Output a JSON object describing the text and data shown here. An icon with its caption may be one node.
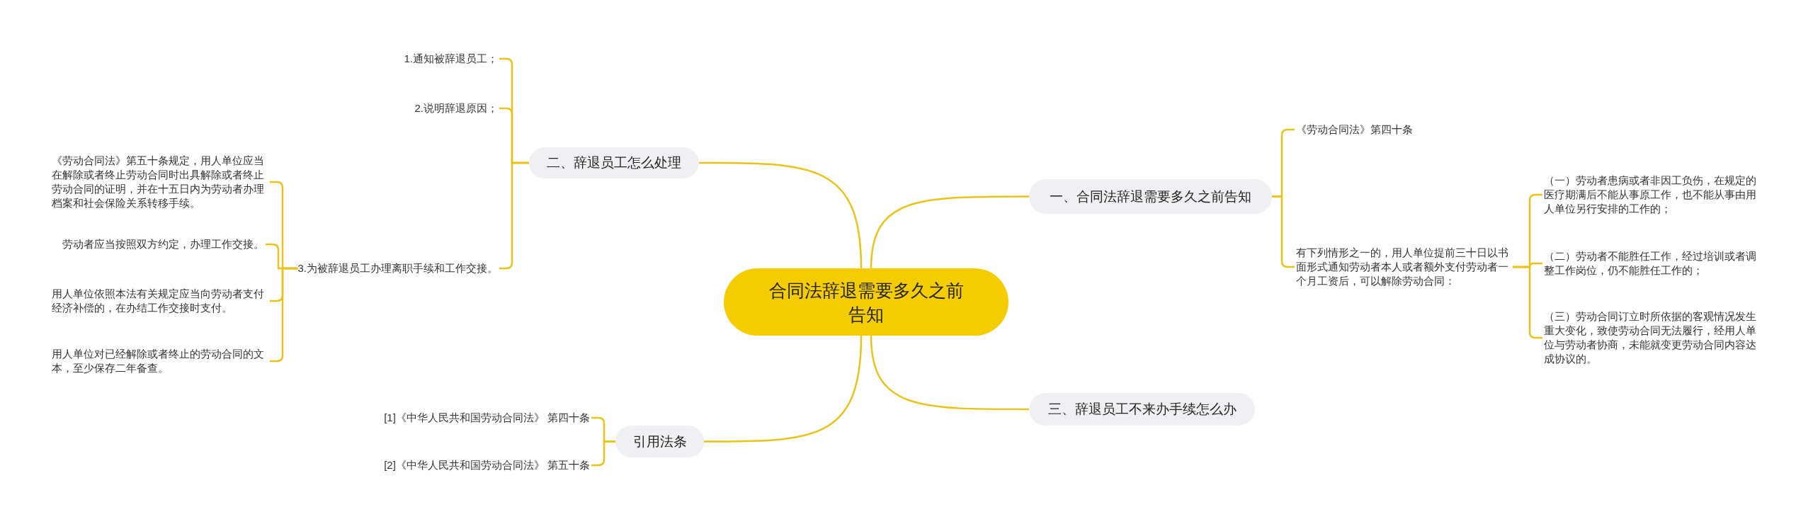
{
  "diagram": {
    "nodes": [
      {
        "text": [
          "合同法辞退需要多久之前告知"
        ]
      },
      {
        "text": [
          "一、合同法辞退需要多久之前告知"
        ]
      },
      {
        "text": [
          "《劳动合同法》第四十条"
        ]
      },
      {
        "text": [
          "有下列情形之一的，用人单位提前三十日以书面形式通知劳动者本人或者额外支付劳动者一个月工资后，可以解除劳动合同："
        ]
      },
      {
        "text": [
          "（一）劳动者患病或者非因工负伤，在规定的医疗期满后不能从事原工作，也不能从事由用人单位另行安排的工作的；"
        ]
      },
      {
        "text": [
          "（二）劳动者不能胜任工作，经过培训或者调整工作岗位，仍不能胜任工作的；"
        ]
      },
      {
        "text": [
          "（三）劳动合同订立时所依据的客观情况发生重大变化，致使劳动合同无法履行，经用人单位与劳动者协商，未能就变更劳动合同内容达成协议的。"
        ]
      },
      {
        "text": [
          "三、辞退员工不来办手续怎么办"
        ]
      },
      {
        "text": [
          "二、辞退员工怎么处理"
        ]
      },
      {
        "text": [
          "1.通知被辞退员工；"
        ]
      },
      {
        "text": [
          "2.说明辞退原因；"
        ]
      },
      {
        "text": [
          "3.为被辞退员工办理离职手续和工作交接。"
        ]
      },
      {
        "text": [
          "《劳动合同法》第五十条规定，用人单位应当在解除或者终止劳动合同时出具解除或者终止劳动合同的证明，并在十五日内为劳动者办理档案和社会保险关系转移手续。"
        ]
      },
      {
        "text": [
          "劳动者应当按照双方约定，办理工作交接。"
        ]
      },
      {
        "text": [
          "用人单位依照本法有关规定应当向劳动者支付经济补偿的，在办结工作交接时支付。"
        ]
      },
      {
        "text": [
          "用人单位对已经解除或者终止的劳动合同的文本，至少保存二年备查。"
        ]
      },
      {
        "text": [
          "引用法条"
        ]
      },
      {
        "text": [
          "[1]《中华人民共和国劳动合同法》 第四十条"
        ]
      },
      {
        "text": [
          "[2]《中华人民共和国劳动合同法》 第五十条"
        ]
      }
    ],
    "edges": [
      {
        "from": 0,
        "to": 1,
        "arrow": "none"
      },
      {
        "from": 1,
        "to": 2,
        "arrow": "none"
      },
      {
        "from": 1,
        "to": 3,
        "arrow": "none"
      },
      {
        "from": 3,
        "to": 4,
        "arrow": "none"
      },
      {
        "from": 3,
        "to": 5,
        "arrow": "none"
      },
      {
        "from": 3,
        "to": 6,
        "arrow": "none"
      },
      {
        "from": 0,
        "to": 7,
        "arrow": "none"
      },
      {
        "from": 0,
        "to": 8,
        "arrow": "none"
      },
      {
        "from": 8,
        "to": 9,
        "arrow": "none"
      },
      {
        "from": 8,
        "to": 10,
        "arrow": "none"
      },
      {
        "from": 8,
        "to": 11,
        "arrow": "none"
      },
      {
        "from": 11,
        "to": 12,
        "arrow": "none"
      },
      {
        "from": 11,
        "to": 13,
        "arrow": "none"
      },
      {
        "from": 11,
        "to": 14,
        "arrow": "none"
      },
      {
        "from": 11,
        "to": 15,
        "arrow": "none"
      },
      {
        "from": 0,
        "to": 16,
        "arrow": "none"
      },
      {
        "from": 16,
        "to": 17,
        "arrow": "none"
      },
      {
        "from": 16,
        "to": 18,
        "arrow": "none"
      }
    ]
  }
}
